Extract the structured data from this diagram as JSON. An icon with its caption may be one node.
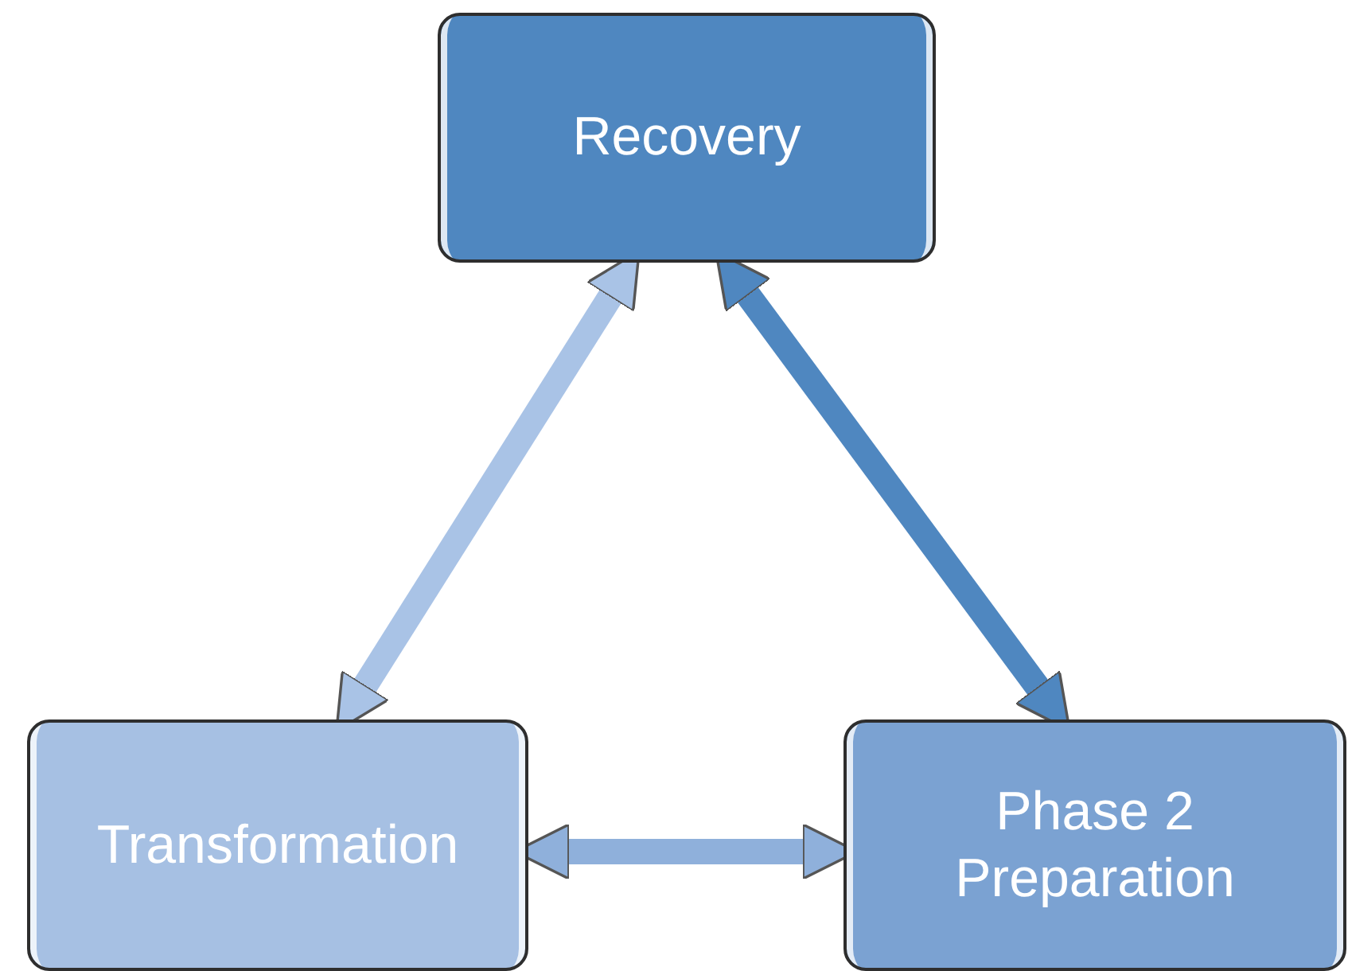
{
  "diagram": {
    "nodes": [
      {
        "text": [
          "Recovery"
        ]
      },
      {
        "text": [
          "Transformation"
        ]
      },
      {
        "text": [
          "Phase 2 Preparation"
        ]
      }
    ],
    "edges": [
      {
        "from": 0,
        "to": 1,
        "arrow": "both",
        "color": "#a9c3e6"
      },
      {
        "from": 0,
        "to": 2,
        "arrow": "both",
        "color": "#4f87c0"
      },
      {
        "from": 1,
        "to": 2,
        "arrow": "both",
        "color": "#8fb0db"
      }
    ]
  }
}
